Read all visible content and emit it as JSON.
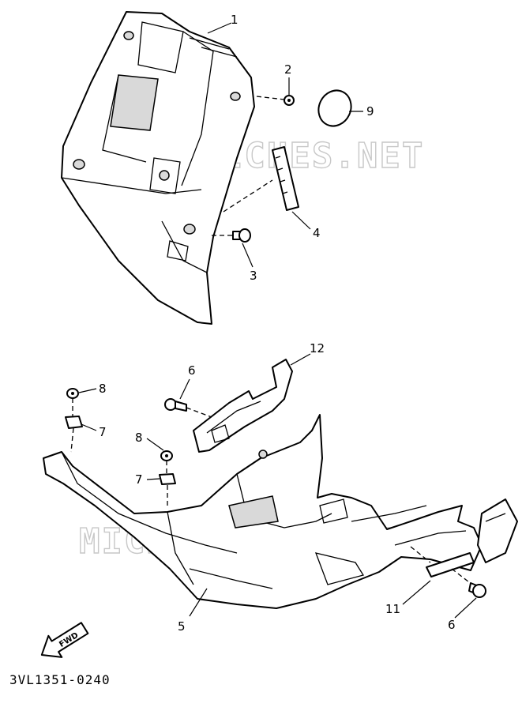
{
  "watermark_text": "MICROFICHES.NET",
  "diagram_code": "3VL1351-0240",
  "fwd_label": "FWD",
  "callouts": [
    {
      "id": "c1",
      "text": "1"
    },
    {
      "id": "c2",
      "text": "2"
    },
    {
      "id": "c9",
      "text": "9"
    },
    {
      "id": "c4",
      "text": "4"
    },
    {
      "id": "c3",
      "text": "3"
    },
    {
      "id": "c12",
      "text": "12"
    },
    {
      "id": "c6a",
      "text": "6"
    },
    {
      "id": "c8a",
      "text": "8"
    },
    {
      "id": "c7a",
      "text": "7"
    },
    {
      "id": "c8b",
      "text": "8"
    },
    {
      "id": "c7b",
      "text": "7"
    },
    {
      "id": "c5",
      "text": "5"
    },
    {
      "id": "c11",
      "text": "11"
    },
    {
      "id": "c6b",
      "text": "6"
    }
  ]
}
